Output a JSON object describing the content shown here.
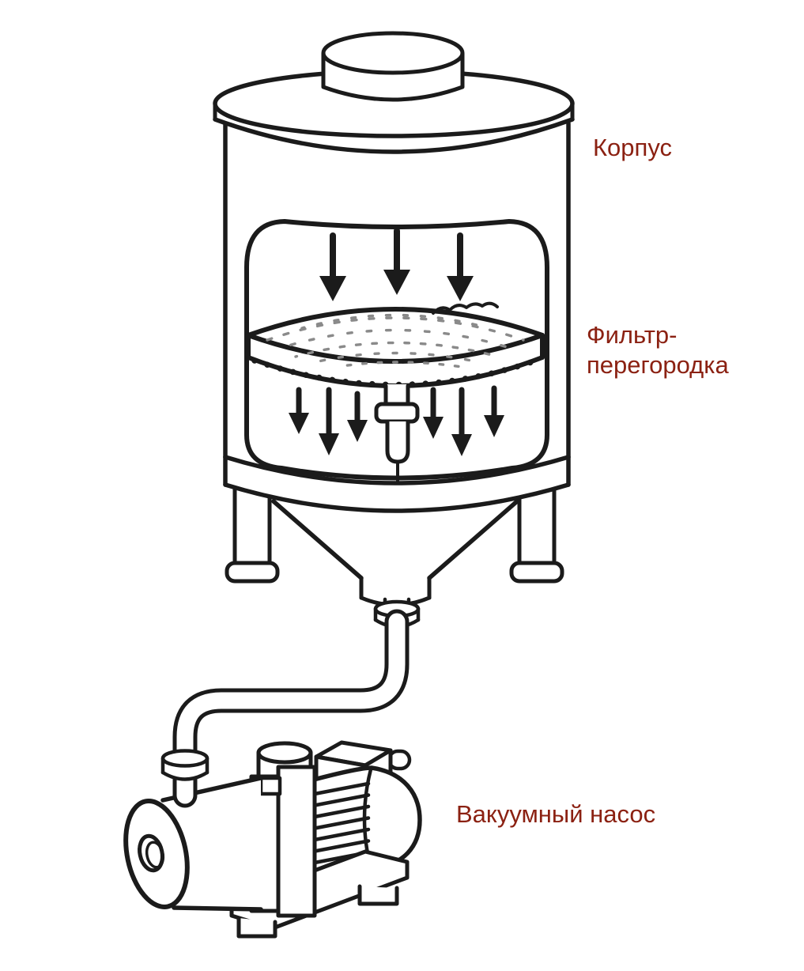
{
  "labels": {
    "housing": "Корпус",
    "filter_line1": "Фильтр-",
    "filter_line2": "перегородка",
    "vacuum_pump": "Вакуумный насос"
  },
  "colors": {
    "label_text": "#8B2112",
    "line": "#1B1B1B",
    "background": "#FFFFFF",
    "cake_speckle": "#8A8A8A"
  }
}
